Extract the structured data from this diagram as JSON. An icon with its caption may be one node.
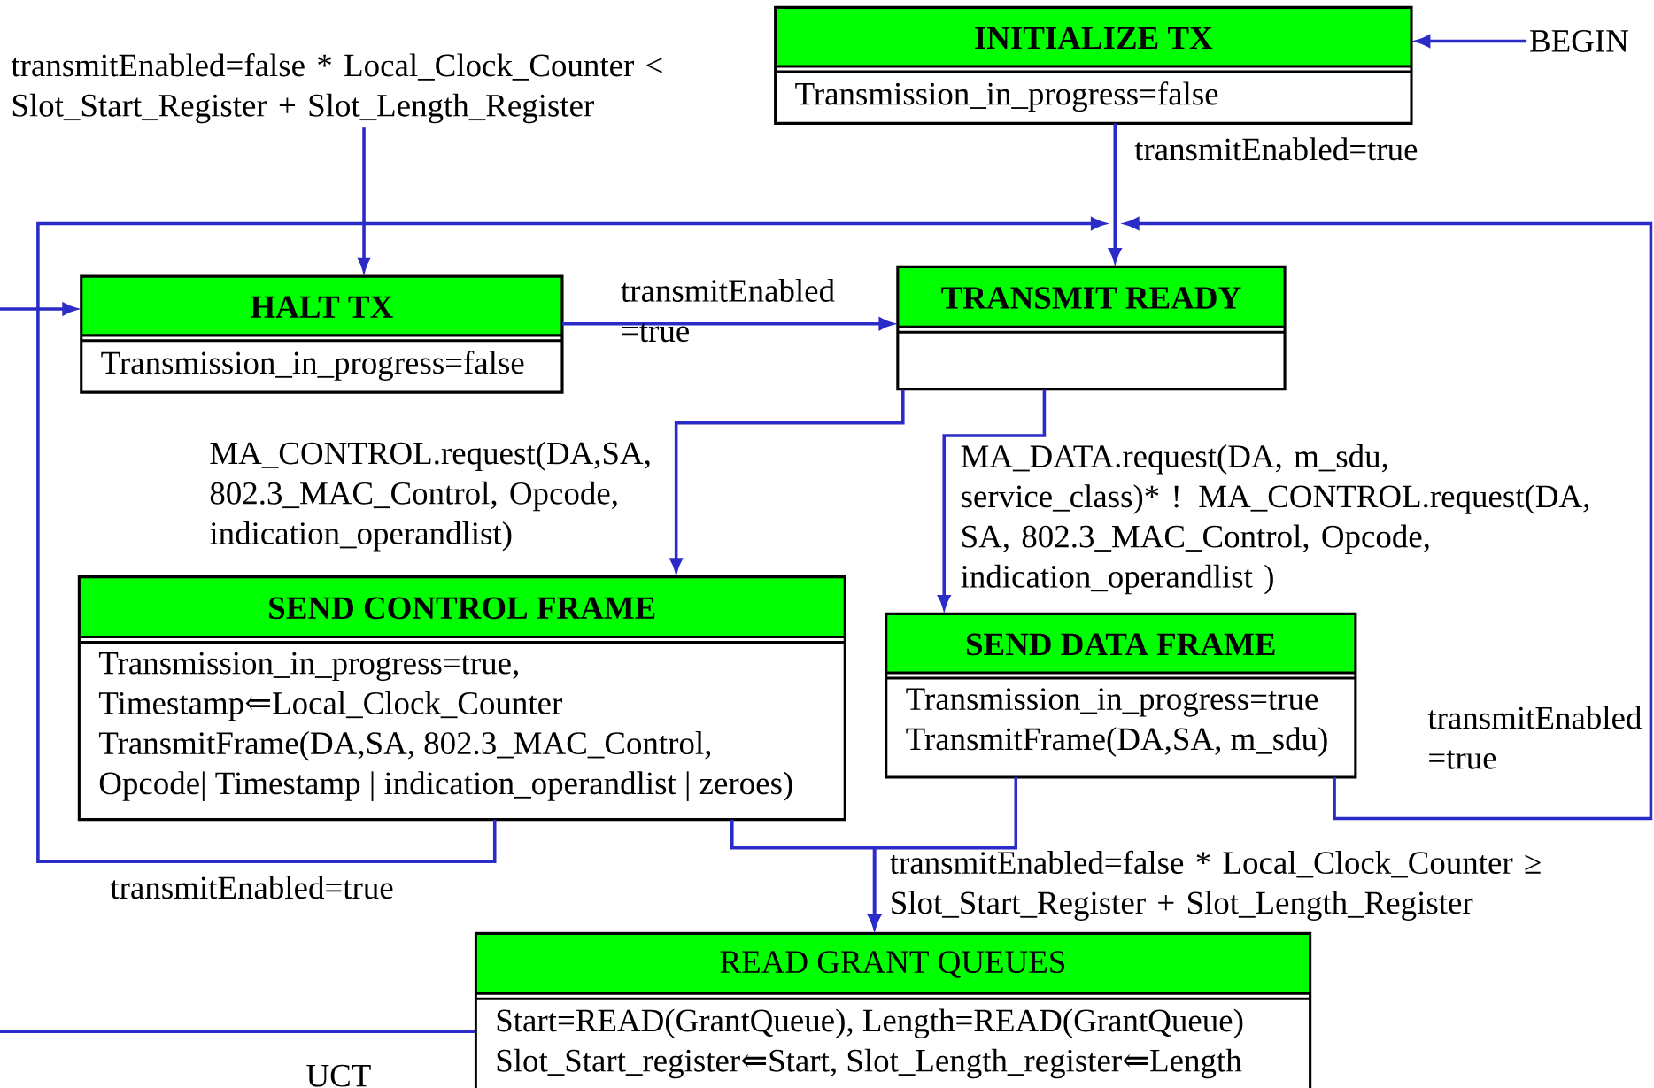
{
  "diagram": {
    "nodes": [
      {
        "text": [
          "INITIALIZE TX",
          "Transmission_in_progress=false"
        ]
      },
      {
        "text": [
          "BEGIN"
        ]
      },
      {
        "text": [
          "HALT TX",
          "Transmission_in_progress=false"
        ]
      },
      {
        "text": [
          "TRANSMIT READY"
        ]
      },
      {
        "text": [
          "SEND CONTROL FRAME",
          "Transmission_in_progress=true,",
          "Timestamp⇐Local_Clock_Counter",
          "TransmitFrame(DA,SA, 802.3_MAC_Control,",
          "Opcode| Timestamp | indication_operandlist | zeroes)"
        ]
      },
      {
        "text": [
          "SEND DATA FRAME",
          "Transmission_in_progress=true",
          "TransmitFrame(DA,SA, m_sdu)"
        ]
      },
      {
        "text": [
          "READ GRANT QUEUES",
          "Start=READ(GrantQueue), Length=READ(GrantQueue)",
          "Slot_Start_register⇐Start, Slot_Length_register⇐Length"
        ]
      }
    ],
    "edges": [
      {
        "from": 1,
        "to": 0,
        "arrow": "to"
      },
      {
        "from": 0,
        "to": 3,
        "arrow": "to",
        "label": "transmitEnabled=true"
      },
      {
        "from": null,
        "to": 2,
        "arrow": "to"
      },
      {
        "from": null,
        "to": 2,
        "arrow": "to",
        "label": "transmitEnabled=false * Local_Clock_Counter < Slot_Start_Register + Slot_Length_Register"
      },
      {
        "from": 2,
        "to": 3,
        "arrow": "to",
        "label": "transmitEnabled =true"
      },
      {
        "from": 3,
        "to": 4,
        "arrow": "to",
        "label": "MA_CONTROL.request(DA,SA, 802.3_MAC_Control, Opcode, indication_operandlist)"
      },
      {
        "from": 3,
        "to": 5,
        "arrow": "to",
        "label": "MA_DATA.request(DA, m_sdu, service_class)* ! MA_CONTROL.request(DA, SA, 802.3_MAC_Control, Opcode, indication_operandlist )"
      },
      {
        "from": 4,
        "to": 3,
        "arrow": "to",
        "label": "transmitEnabled=true"
      },
      {
        "from": 5,
        "to": 3,
        "arrow": "to",
        "label": "transmitEnabled =true"
      },
      {
        "from": 4,
        "to": 6,
        "arrow": "to",
        "label": "transmitEnabled=false * Local_Clock_Counter ≥ Slot_Start_Register + Slot_Length_Register"
      },
      {
        "from": 5,
        "to": 6,
        "arrow": "to"
      },
      {
        "from": null,
        "to": 6,
        "arrow": "none",
        "label": "UCT"
      }
    ]
  }
}
